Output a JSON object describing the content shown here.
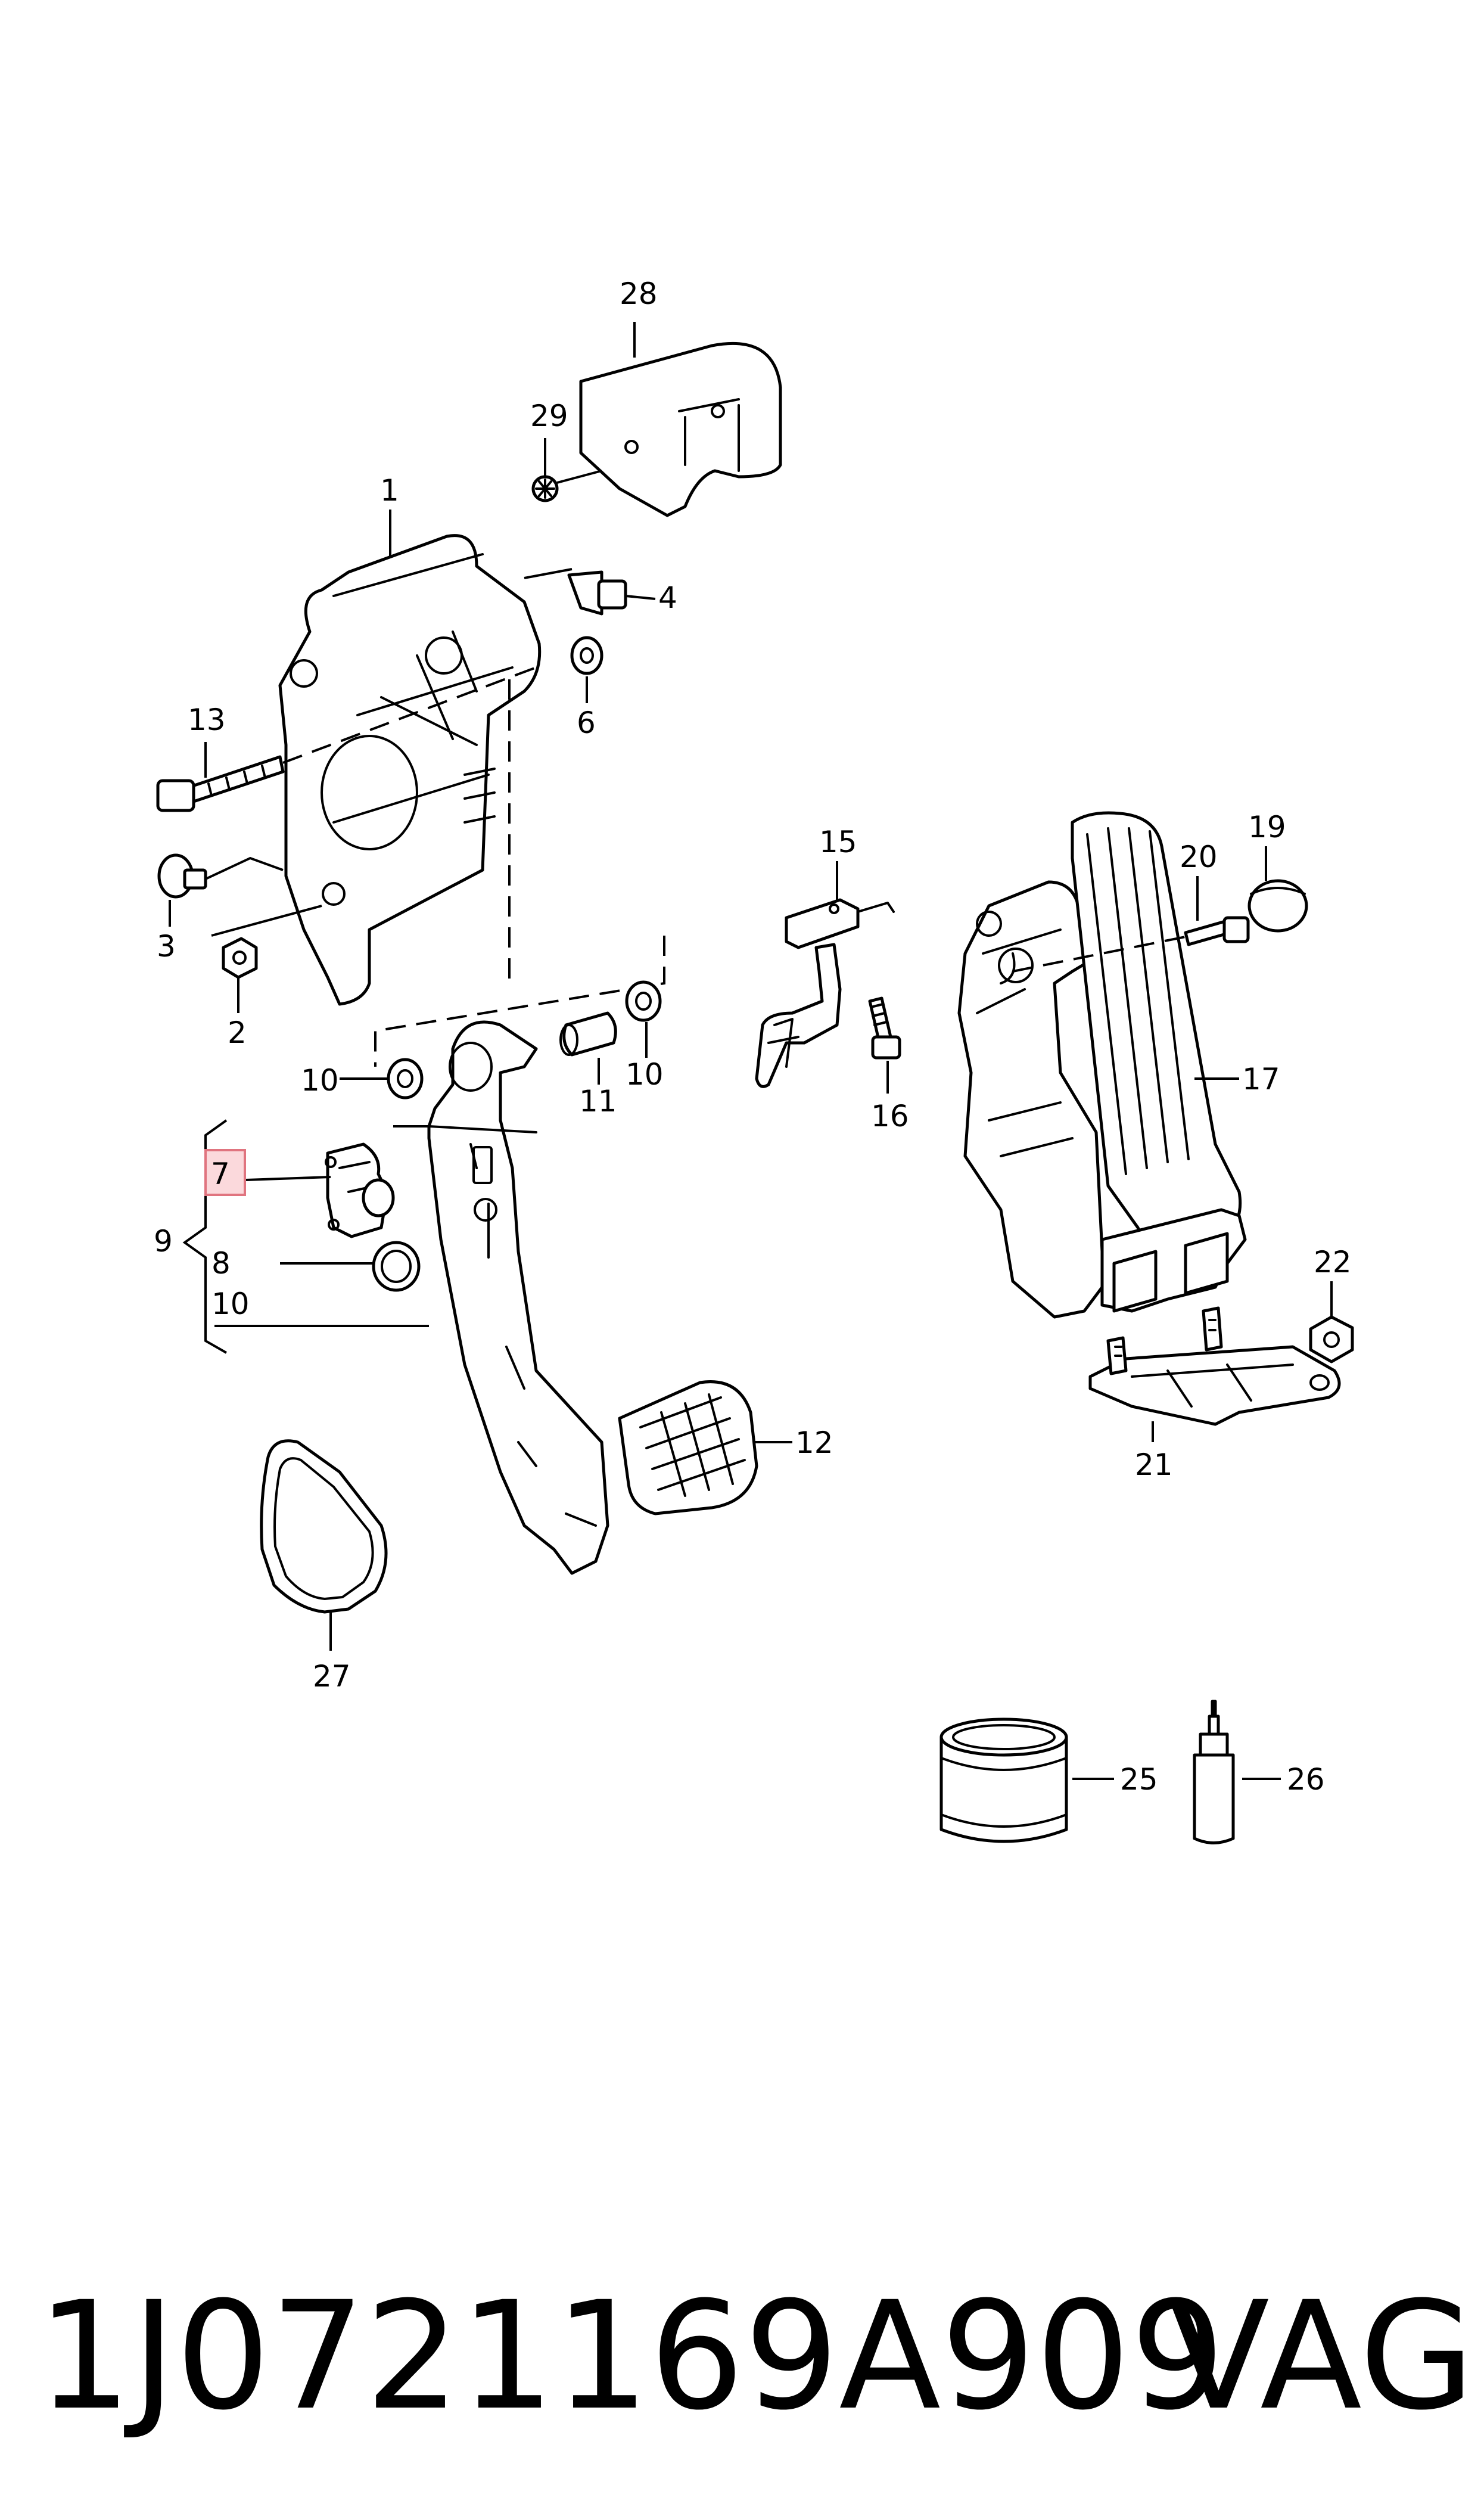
{
  "diagram": {
    "callouts": {
      "c1": "1",
      "c2": "2",
      "c3": "3",
      "c4": "4",
      "c6": "6",
      "c7": "7",
      "c8": "8",
      "c9": "9",
      "c10a": "10",
      "c10b": "10",
      "c10c": "10",
      "c11": "11",
      "c12": "12",
      "c13": "13",
      "c15": "15",
      "c16": "16",
      "c17": "17",
      "c19": "19",
      "c20": "20",
      "c21": "21",
      "c22": "22",
      "c25": "25",
      "c26": "26",
      "c27": "27",
      "c28": "28",
      "c29": "29"
    },
    "highlighted_callout": "7"
  },
  "caption": {
    "part_number": "1J0721169A909",
    "brand": "VAG"
  }
}
